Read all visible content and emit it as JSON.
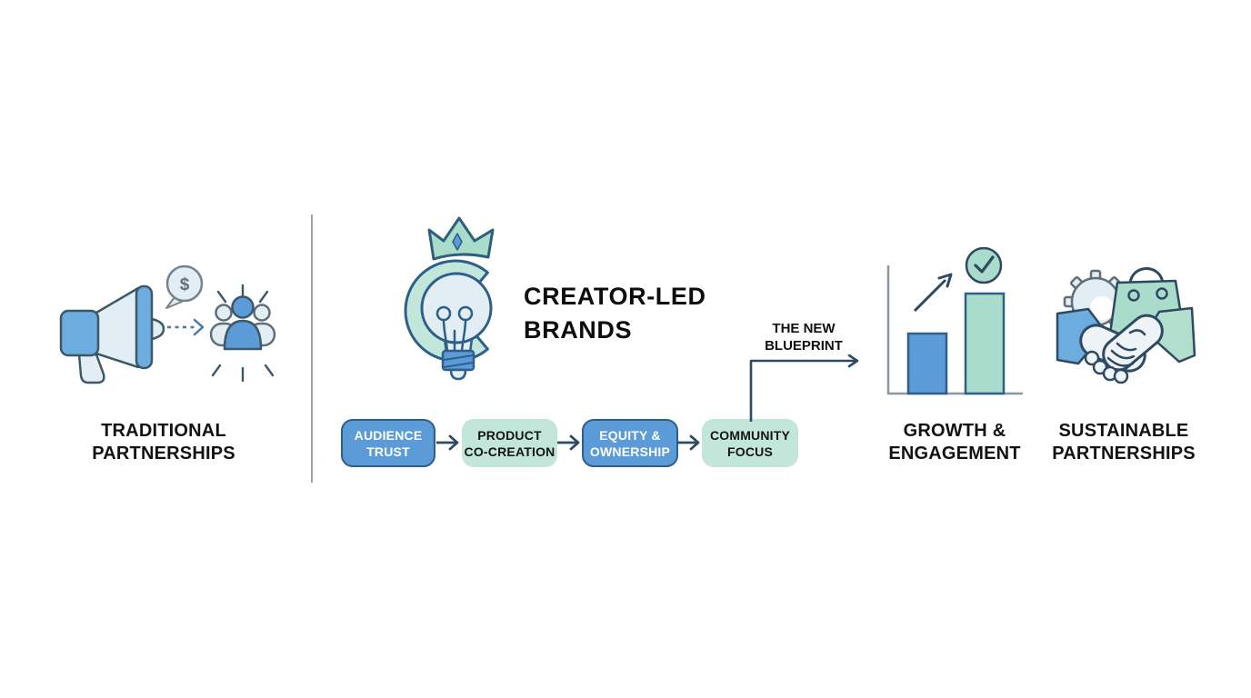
{
  "palette": {
    "blue": "#5b9bd8",
    "blue_bright": "#6cacdf",
    "blue_border": "#2d5f8a",
    "slate": "#2e4a62",
    "mint": "#c3e6da",
    "mint_deep": "#a9dcca",
    "sleeve_mint": "#b2decd",
    "ice": "#e2edf4",
    "frost": "#eef3f7",
    "axis_gray": "#8e979e",
    "divider_gray": "#9aa3a8",
    "text": "#121212",
    "bg": "#ffffff"
  },
  "left": {
    "icon_names": [
      "megaphone-icon",
      "dollar-speech-bubble-icon",
      "dashed-flow-arrow-icon",
      "audience-group-icon"
    ],
    "money_symbol": "$",
    "caption": [
      "TRADITIONAL",
      "PARTNERSHIPS"
    ]
  },
  "brand": {
    "icon_name": "crowned-lightbulb-logo-icon",
    "title": [
      "CREATOR-LED",
      "BRANDS"
    ]
  },
  "flow": {
    "steps": [
      {
        "lines": [
          "AUDIENCE",
          "TRUST"
        ],
        "variant": "blue"
      },
      {
        "lines": [
          "PRODUCT",
          "CO-CREATION"
        ],
        "variant": "mint"
      },
      {
        "lines": [
          "EQUITY &",
          "OWNERSHIP"
        ],
        "variant": "blue"
      },
      {
        "lines": [
          "COMMUNITY",
          "FOCUS"
        ],
        "variant": "mint"
      }
    ]
  },
  "blueprint": {
    "label": [
      "THE NEW",
      "BLUEPRINT"
    ]
  },
  "growth": {
    "icon_name": "growth-bar-chart-icon",
    "caption": [
      "GROWTH &",
      "ENGAGEMENT"
    ],
    "chart": {
      "type": "bar",
      "bars": [
        {
          "color_key": "blue",
          "relative_height": 0.46
        },
        {
          "color_key": "mint_deep",
          "relative_height": 0.77
        }
      ],
      "annotations": [
        "trend-up-arrow",
        "check-circle"
      ],
      "axes": "plain L-shaped axis, no ticks"
    }
  },
  "sustainable": {
    "icon_name": "handshake-gear-shopping-bag-icon",
    "caption": [
      "SUSTAINABLE",
      "PARTNERSHIPS"
    ]
  }
}
